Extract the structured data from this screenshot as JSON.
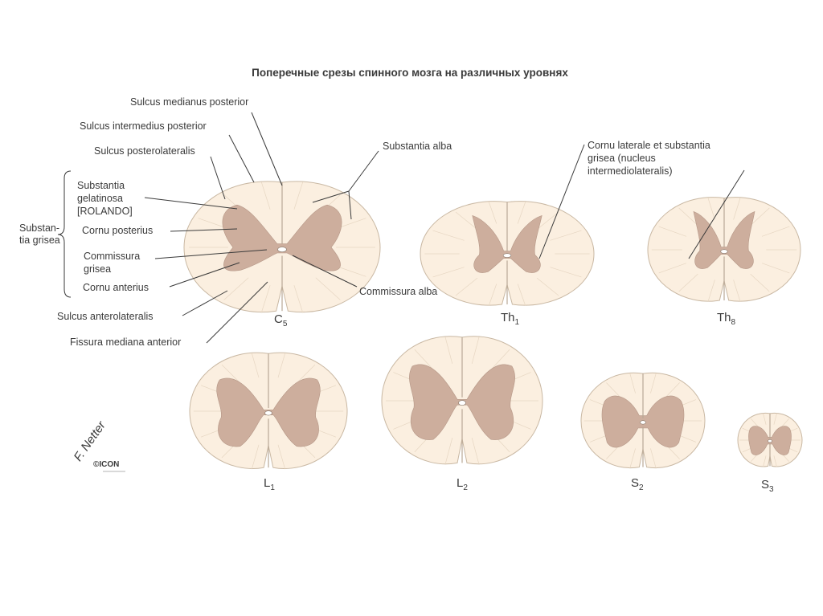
{
  "title": "Поперечные срезы спинного мозга на различных уровнях",
  "labels": {
    "sulcus_medianus_posterior": "Sulcus medianus posterior",
    "sulcus_intermedius_posterior": "Sulcus intermedius posterior",
    "sulcus_posterolateralis": "Sulcus posterolateralis",
    "substantia_gelatinosa": [
      "Substantia",
      "gelatinosa",
      "[ROLANDO]"
    ],
    "substantia_grisea": [
      "Substan-",
      "tia grisea"
    ],
    "cornu_posterius": "Cornu posterius",
    "commissura_grisea": [
      "Commissura",
      "grisea"
    ],
    "cornu_anterius": "Cornu anterius",
    "sulcus_anterolateralis": "Sulcus anterolateralis",
    "fissura_mediana_anterior": "Fissura mediana anterior",
    "substantia_alba": "Substantia alba",
    "commissura_alba": "Commissura alba",
    "cornu_laterale": [
      "Cornu laterale et substantia",
      "grisea (nucleus",
      "intermediolateralis)"
    ]
  },
  "segments": [
    {
      "id": "C5",
      "letter": "C",
      "number": "5"
    },
    {
      "id": "Th1",
      "letter": "Th",
      "number": "1"
    },
    {
      "id": "Th8",
      "letter": "Th",
      "number": "8"
    },
    {
      "id": "L1",
      "letter": "L",
      "number": "1"
    },
    {
      "id": "L2",
      "letter": "L",
      "number": "2"
    },
    {
      "id": "S2",
      "letter": "S",
      "number": "2"
    },
    {
      "id": "S3",
      "letter": "S",
      "number": "3"
    }
  ],
  "signature": "F. Netter",
  "publisher_logo": "©ICON",
  "colors": {
    "white_matter": "#fbefe0",
    "grey_matter": "#cdae9d",
    "outline": "#c9b8a3",
    "text": "#3a3a3a"
  }
}
